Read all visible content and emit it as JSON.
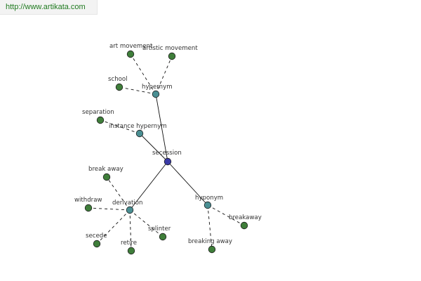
{
  "header": {
    "url": "http://www.artikata.com"
  },
  "colors": {
    "center": "#3a3aa6",
    "relation": "#4a8f93",
    "leaf": "#3f7e3a",
    "node_stroke": "#1f1f1f",
    "edge": "#111111"
  },
  "graph": {
    "center": {
      "id": "center",
      "label": "secession"
    },
    "relations": [
      {
        "id": "hyp",
        "label": "hypernym"
      },
      {
        "id": "inst",
        "label": "instance hypernym"
      },
      {
        "id": "der",
        "label": "derivation"
      },
      {
        "id": "hypo",
        "label": "hyponym"
      }
    ],
    "leaves": [
      {
        "id": "artmov",
        "label": "art movement",
        "parent": "hyp"
      },
      {
        "id": "artistic",
        "label": "artistic movement",
        "parent": "hyp"
      },
      {
        "id": "school",
        "label": "school",
        "parent": "hyp"
      },
      {
        "id": "separation",
        "label": "separation",
        "parent": "inst"
      },
      {
        "id": "breakaway1",
        "label": "break away",
        "parent": "der"
      },
      {
        "id": "withdraw",
        "label": "withdraw",
        "parent": "der"
      },
      {
        "id": "secede",
        "label": "secede",
        "parent": "der"
      },
      {
        "id": "retire",
        "label": "retire",
        "parent": "der"
      },
      {
        "id": "splinter",
        "label": "splinter",
        "parent": "der"
      },
      {
        "id": "breakaway2",
        "label": "breakaway",
        "parent": "hypo"
      },
      {
        "id": "breakingaway",
        "label": "breaking away",
        "parent": "hypo"
      }
    ]
  }
}
